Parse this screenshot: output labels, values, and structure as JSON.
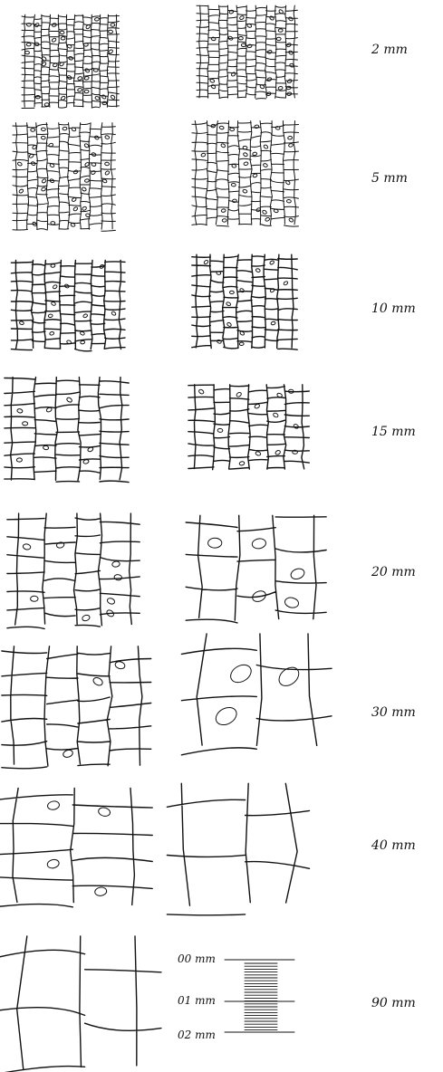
{
  "rows": [
    {
      "label": "2 mm"
    },
    {
      "label": "5 mm"
    },
    {
      "label": "10 mm"
    },
    {
      "label": "15 mm"
    },
    {
      "label": "20 mm"
    },
    {
      "label": "30 mm"
    },
    {
      "label": "40 mm"
    },
    {
      "label": "90 mm"
    }
  ],
  "scale_bar": {
    "labels": [
      "00 mm",
      "01 mm",
      "02 mm"
    ]
  },
  "colors": {
    "ink": "#111111",
    "paper": "#ffffff"
  }
}
